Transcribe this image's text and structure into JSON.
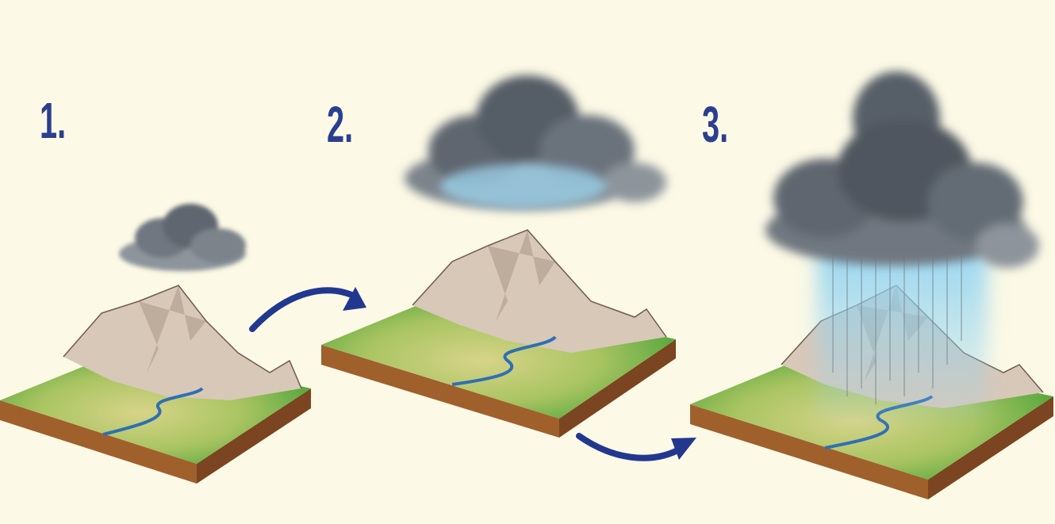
{
  "steps": [
    {
      "label": "1."
    },
    {
      "label": "2."
    },
    {
      "label": "3."
    }
  ],
  "colors": {
    "background": "#fcf9e6",
    "label": "#2a3f8f",
    "arrow": "#22388f",
    "grass": "#5cae3c",
    "grass_light": "#c9cf78",
    "soil": "#a0602c",
    "soil_dark": "#7a4520",
    "mountain": "#d8c8b8",
    "mountain_shadow": "#b3a090",
    "river": "#2f6fb3",
    "cloud": "#6f7780",
    "cloud_light": "#9aa3ab",
    "rain": "#8fd3f2"
  }
}
